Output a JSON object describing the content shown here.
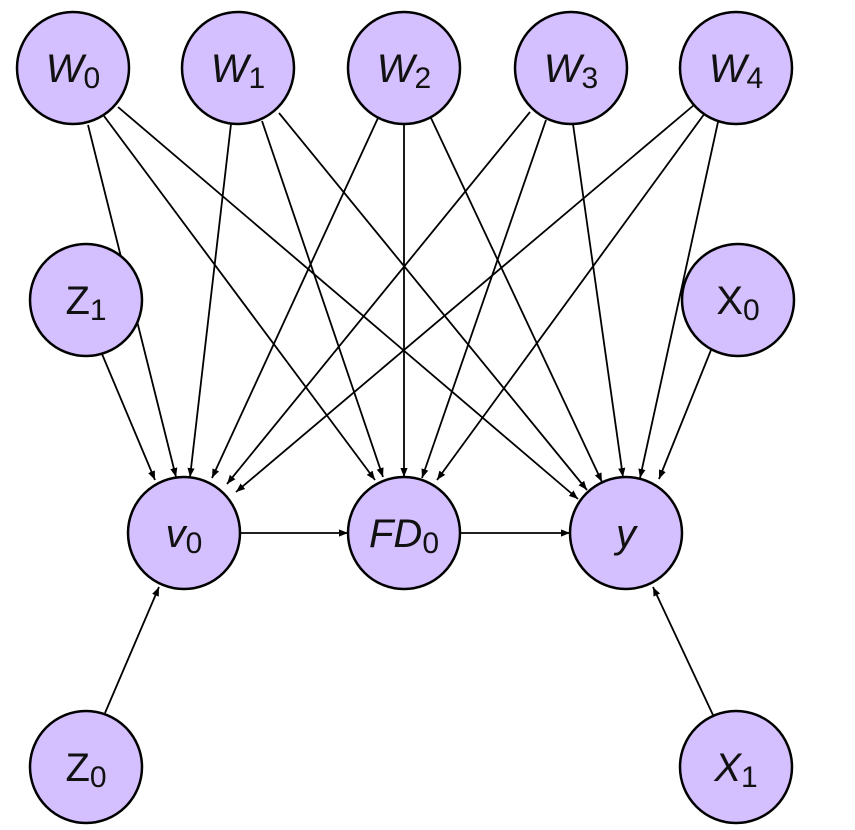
{
  "diagram": {
    "type": "causal-graph",
    "node_fill": "#d4bfff",
    "node_stroke": "#000000",
    "edge_color": "#000000",
    "nodes": [
      {
        "id": "W0",
        "base": "W",
        "sub": "0",
        "italic": true
      },
      {
        "id": "W1",
        "base": "W",
        "sub": "1",
        "italic": true
      },
      {
        "id": "W2",
        "base": "W",
        "sub": "2",
        "italic": true
      },
      {
        "id": "W3",
        "base": "W",
        "sub": "3",
        "italic": true
      },
      {
        "id": "W4",
        "base": "W",
        "sub": "4",
        "italic": true
      },
      {
        "id": "Z1",
        "base": "Z",
        "sub": "1",
        "italic": false
      },
      {
        "id": "X0",
        "base": "X",
        "sub": "0",
        "italic": false
      },
      {
        "id": "v0",
        "base": "v",
        "sub": "0",
        "italic": true
      },
      {
        "id": "FD0",
        "base": "FD",
        "sub": "0",
        "italic": true
      },
      {
        "id": "y",
        "base": "y",
        "sub": "",
        "italic": true
      },
      {
        "id": "Z0",
        "base": "Z",
        "sub": "0",
        "italic": false
      },
      {
        "id": "X1",
        "base": "X",
        "sub": "1",
        "italic": true
      }
    ],
    "edges": [
      [
        "W0",
        "v0"
      ],
      [
        "W0",
        "FD0"
      ],
      [
        "W0",
        "y"
      ],
      [
        "W1",
        "v0"
      ],
      [
        "W1",
        "FD0"
      ],
      [
        "W1",
        "y"
      ],
      [
        "W2",
        "v0"
      ],
      [
        "W2",
        "FD0"
      ],
      [
        "W2",
        "y"
      ],
      [
        "W3",
        "v0"
      ],
      [
        "W3",
        "FD0"
      ],
      [
        "W3",
        "y"
      ],
      [
        "W4",
        "v0"
      ],
      [
        "W4",
        "FD0"
      ],
      [
        "W4",
        "y"
      ],
      [
        "Z1",
        "v0"
      ],
      [
        "X0",
        "y"
      ],
      [
        "v0",
        "FD0"
      ],
      [
        "FD0",
        "y"
      ],
      [
        "Z0",
        "v0"
      ],
      [
        "X1",
        "y"
      ]
    ]
  }
}
